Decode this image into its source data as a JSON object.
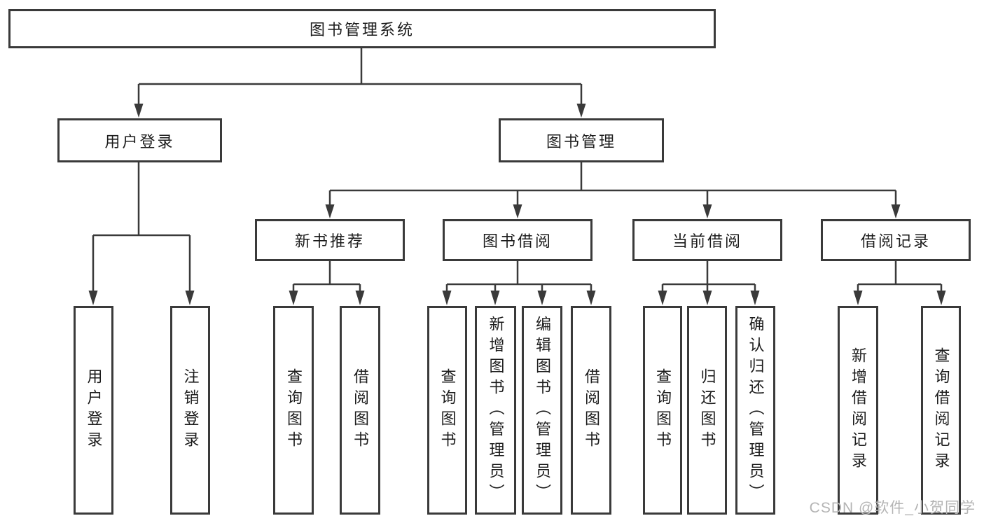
{
  "diagram": {
    "root": {
      "label": "图书管理系统"
    },
    "branches": [
      {
        "label": "用户登录",
        "children": [
          {
            "label": "用户登录"
          },
          {
            "label": "注销登录"
          }
        ]
      },
      {
        "label": "图书管理",
        "children": [
          {
            "label": "新书推荐",
            "children": [
              {
                "label": "查询图书"
              },
              {
                "label": "借阅图书"
              }
            ]
          },
          {
            "label": "图书借阅",
            "children": [
              {
                "label": "查询图书"
              },
              {
                "label": "新增图书（管理员）"
              },
              {
                "label": "编辑图书（管理员）"
              },
              {
                "label": "借阅图书"
              }
            ]
          },
          {
            "label": "当前借阅",
            "children": [
              {
                "label": "查询图书"
              },
              {
                "label": "归还图书"
              },
              {
                "label": "确认归还（管理员）"
              }
            ]
          },
          {
            "label": "借阅记录",
            "children": [
              {
                "label": "新增借阅记录"
              },
              {
                "label": "查询借阅记录"
              }
            ]
          }
        ]
      }
    ]
  },
  "watermark": {
    "text": "CSDN @软件_小贺同学"
  },
  "colors": {
    "line": "#3a3a3a",
    "text": "#1c1c1c",
    "background": "#ffffff",
    "watermark": "#b4b4b4"
  }
}
